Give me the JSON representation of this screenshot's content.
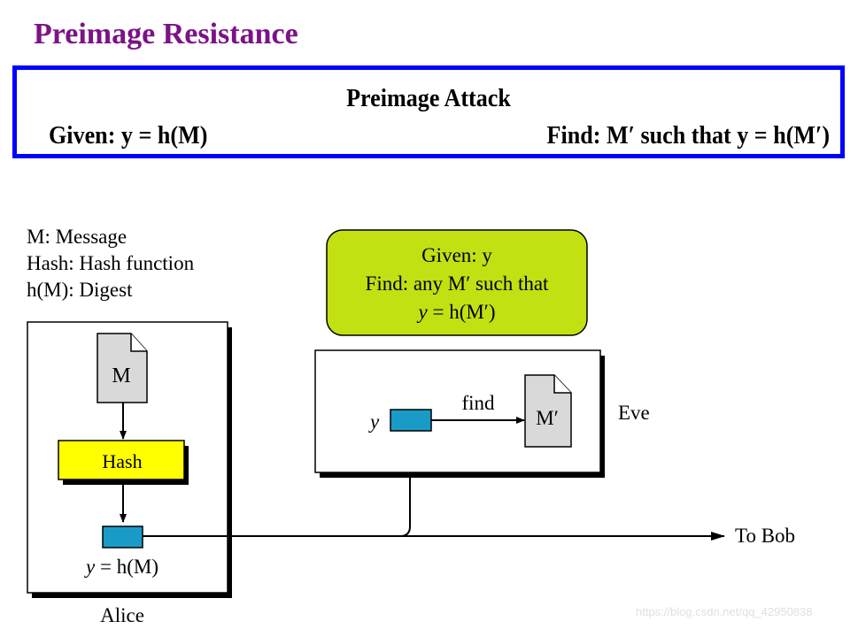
{
  "page_title": "Preimage Resistance",
  "attack_box": {
    "heading": "Preimage Attack",
    "given": "Given: y = h(M)",
    "find": "Find: M′ such that y = h(M′)"
  },
  "legend": [
    "M: Message",
    "Hash: Hash function",
    "h(M): Digest"
  ],
  "alice": {
    "message_label": "M",
    "hash_label": "Hash",
    "digest_label": "y = h(M)",
    "name": "Alice"
  },
  "eve": {
    "callout": [
      "Given: y",
      "Find: any M′ such that",
      "y = h(M′)"
    ],
    "y_label": "y",
    "find_label": "find",
    "result_label": "M′",
    "name": "Eve"
  },
  "to_bob": "To Bob",
  "watermark": "https://blog.csdn.net/qq_42950838",
  "colors": {
    "title": "#7b1386",
    "attack_border": "#0000ff",
    "hash_fill": "#ffff00",
    "digest_fill": "#1a9bc7",
    "callout_fill": "#c2e012"
  }
}
